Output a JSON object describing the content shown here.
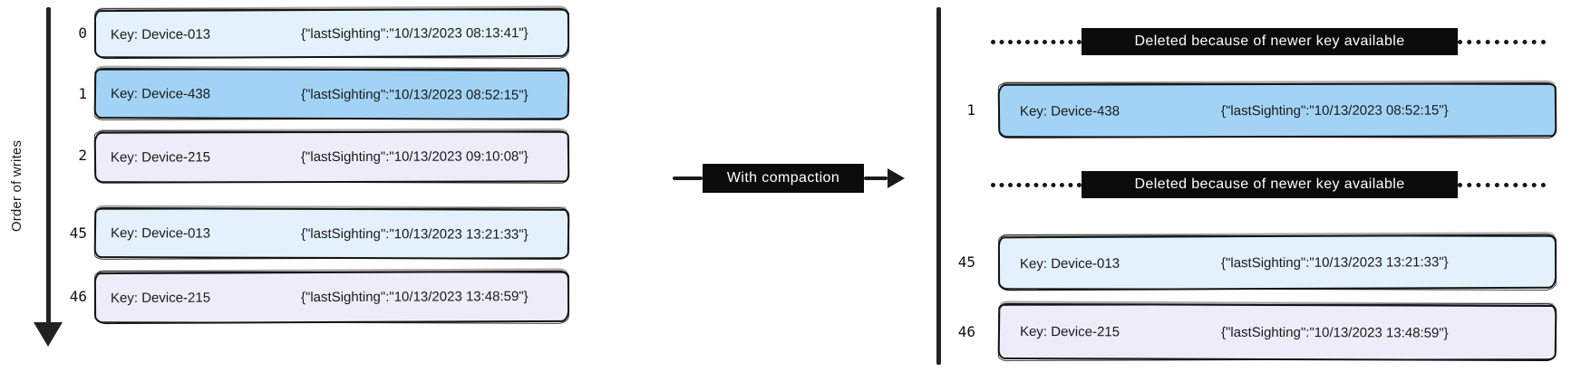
{
  "axis": {
    "label": "Order of writes"
  },
  "compaction": {
    "label": "With compaction"
  },
  "colors": {
    "light_blue": "#e2f1fc",
    "medium_blue": "#a2d3f5",
    "lavender": "#eeecf8",
    "ink": "#161616"
  },
  "left_log": {
    "rows": [
      {
        "index": "0",
        "key": "Key: Device-013",
        "value": "{\"lastSighting\":\"10/13/2023 08:13:41\"}",
        "color": "light_blue"
      },
      {
        "index": "1",
        "key": "Key: Device-438",
        "value": "{\"lastSighting\":\"10/13/2023 08:52:15\"}",
        "color": "medium_blue"
      },
      {
        "index": "2",
        "key": "Key: Device-215",
        "value": "{\"lastSighting\":\"10/13/2023 09:10:08\"}",
        "color": "lavender"
      },
      {
        "index": "45",
        "key": "Key: Device-013",
        "value": "{\"lastSighting\":\"10/13/2023 13:21:33\"}",
        "color": "light_blue"
      },
      {
        "index": "46",
        "key": "Key: Device-215",
        "value": "{\"lastSighting\":\"10/13/2023 13:48:59\"}",
        "color": "lavender"
      }
    ]
  },
  "right_log": {
    "rows": [
      {
        "type": "deleted",
        "label": "Deleted because of newer key available"
      },
      {
        "type": "record",
        "index": "1",
        "key": "Key: Device-438",
        "value": "{\"lastSighting\":\"10/13/2023 08:52:15\"}",
        "color": "medium_blue"
      },
      {
        "type": "deleted",
        "label": "Deleted because of newer key available"
      },
      {
        "type": "record",
        "index": "45",
        "key": "Key: Device-013",
        "value": "{\"lastSighting\":\"10/13/2023 13:21:33\"}",
        "color": "light_blue"
      },
      {
        "type": "record",
        "index": "46",
        "key": "Key: Device-215",
        "value": "{\"lastSighting\":\"10/13/2023 13:48:59\"}",
        "color": "lavender"
      }
    ]
  }
}
